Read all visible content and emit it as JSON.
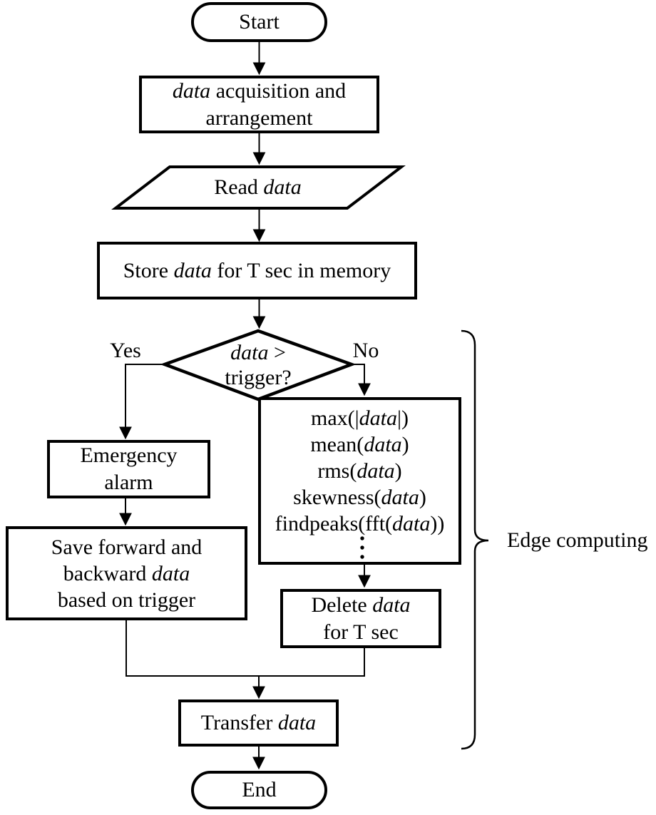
{
  "diagram": {
    "background_color": "#ffffff",
    "line_color": "#000000",
    "text_color": "#000000"
  },
  "nodes": {
    "start": {
      "text": "Start"
    },
    "acquisition": {
      "l1a": "data",
      "l1b": " acquisition and",
      "l2": "arrangement"
    },
    "read": {
      "a": "Read ",
      "b": "data"
    },
    "store": {
      "a": "Store ",
      "b": "data",
      "c": " for T sec in memory"
    },
    "decision": {
      "l1a": "data",
      "l1b": " >",
      "l2": "trigger?"
    },
    "emergency": {
      "l1": "Emergency",
      "l2": "alarm"
    },
    "save": {
      "l1": "Save forward and",
      "l2a": "backward ",
      "l2b": "data",
      "l3": "based on trigger"
    },
    "features": {
      "f1a": "max(|",
      "f1b": "data",
      "f1c": "|)",
      "f2a": "mean(",
      "f2b": "data",
      "f2c": ")",
      "f3a": "rms(",
      "f3b": "data",
      "f3c": ")",
      "f4a": "skewness(",
      "f4b": "data",
      "f4c": ")",
      "f5a": "findpeaks(fft(",
      "f5b": "data",
      "f5c": "))",
      "ellipsis_icon": "vertical-dots"
    },
    "delete": {
      "l1a": "Delete ",
      "l1b": "data",
      "l2": "for T sec"
    },
    "transfer": {
      "a": "Transfer ",
      "b": "data"
    },
    "end": {
      "text": "End"
    }
  },
  "edge_labels": {
    "yes": "Yes",
    "no": "No"
  },
  "annotations": {
    "brace_label": "Edge computing"
  }
}
